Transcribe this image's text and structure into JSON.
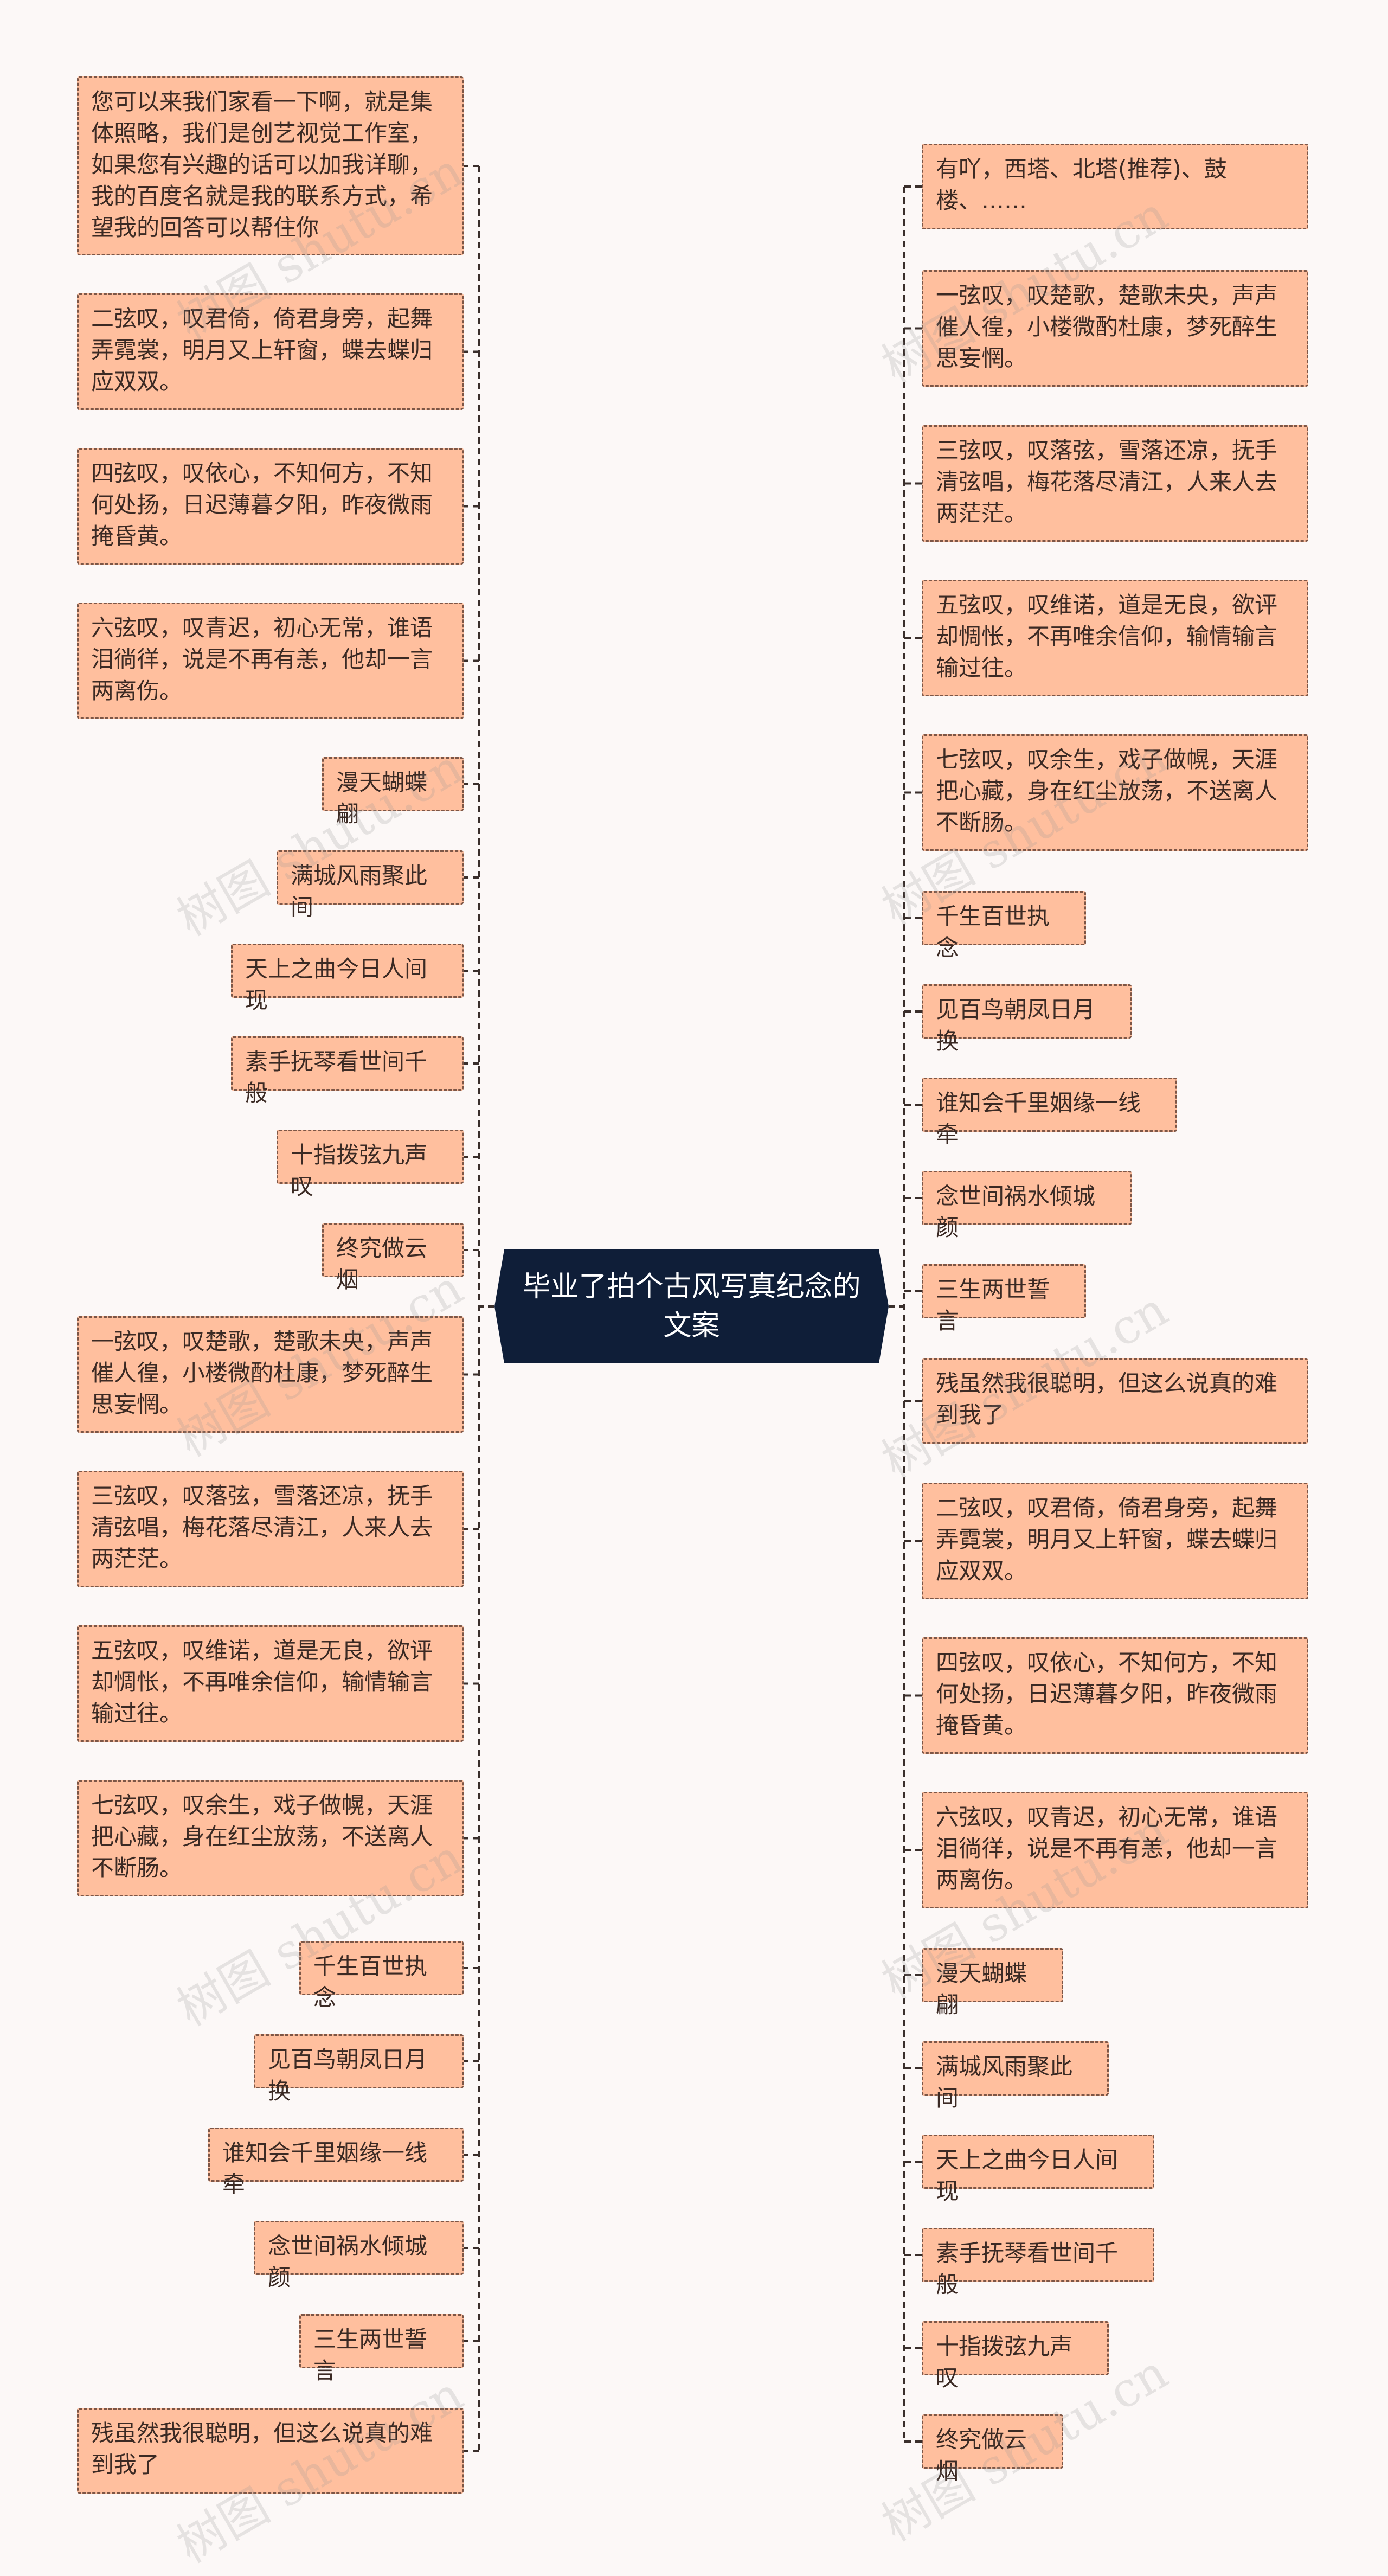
{
  "center": "毕业了拍个古风写真纪念的文案",
  "left": [
    "您可以来我们家看一下啊，就是集体照略，我们是创艺视觉工作室，如果您有兴趣的话可以加我详聊，我的百度名就是我的联系方式，希望我的回答可以帮住你",
    "二弦叹，叹君倚，倚君身旁，起舞弄霓裳，明月又上轩窗，蝶去蝶归应双双。",
    "四弦叹，叹依心，不知何方，不知何处扬，日迟薄暮夕阳，昨夜微雨掩昏黄。",
    "六弦叹，叹青迟，初心无常，谁语泪徜徉，说是不再有恙，他却一言两离伤。",
    "漫天蝴蝶翩",
    "满城风雨聚此间",
    "天上之曲今日人间现",
    "素手抚琴看世间千般",
    "十指拨弦九声叹",
    "终究做云烟",
    "一弦叹，叹楚歌，楚歌未央，声声催人徨，小楼微酌杜康，梦死醉生思妄惘。",
    "三弦叹，叹落弦，雪落还凉，抚手清弦唱，梅花落尽清江，人来人去两茫茫。",
    "五弦叹，叹维诺，道是无良，欲评却惆怅，不再唯余信仰，输情输言输过往。",
    "七弦叹，叹余生，戏子做幌，天涯把心藏，身在红尘放荡，不送离人不断肠。",
    "千生百世执念",
    "见百鸟朝凤日月换",
    "谁知会千里姻缘一线牵",
    "念世间祸水倾城颜",
    "三生两世誓言",
    "残虽然我很聪明，但这么说真的难到我了"
  ],
  "right": [
    "有吖，西塔、北塔(推荐)、鼓楼、……",
    "一弦叹，叹楚歌，楚歌未央，声声催人徨，小楼微酌杜康，梦死醉生思妄惘。",
    "三弦叹，叹落弦，雪落还凉，抚手清弦唱，梅花落尽清江，人来人去两茫茫。",
    "五弦叹，叹维诺，道是无良，欲评却惆怅，不再唯余信仰，输情输言输过往。",
    "七弦叹，叹余生，戏子做幌，天涯把心藏，身在红尘放荡，不送离人不断肠。",
    "千生百世执念",
    "见百鸟朝凤日月换",
    "谁知会千里姻缘一线牵",
    "念世间祸水倾城颜",
    "三生两世誓言",
    "残虽然我很聪明，但这么说真的难到我了",
    "二弦叹，叹君倚，倚君身旁，起舞弄霓裳，明月又上轩窗，蝶去蝶归应双双。",
    "四弦叹，叹依心，不知何方，不知何处扬，日迟薄暮夕阳，昨夜微雨掩昏黄。",
    "六弦叹，叹青迟，初心无常，谁语泪徜徉，说是不再有恙，他却一言两离伤。",
    "漫天蝴蝶翩",
    "满城风雨聚此间",
    "天上之曲今日人间现",
    "素手抚琴看世间千般",
    "十指拨弦九声叹",
    "终究做云烟"
  ],
  "watermark": "树图 shutu.cn",
  "colors": {
    "background": "#fcf8f7",
    "center_fill": "#0f1e38",
    "center_text": "#ffffff",
    "node_fill": "#ffbf9e",
    "node_border": "#7d5646",
    "connector": "#3a2f2c",
    "node_text": "#3b2a24"
  }
}
